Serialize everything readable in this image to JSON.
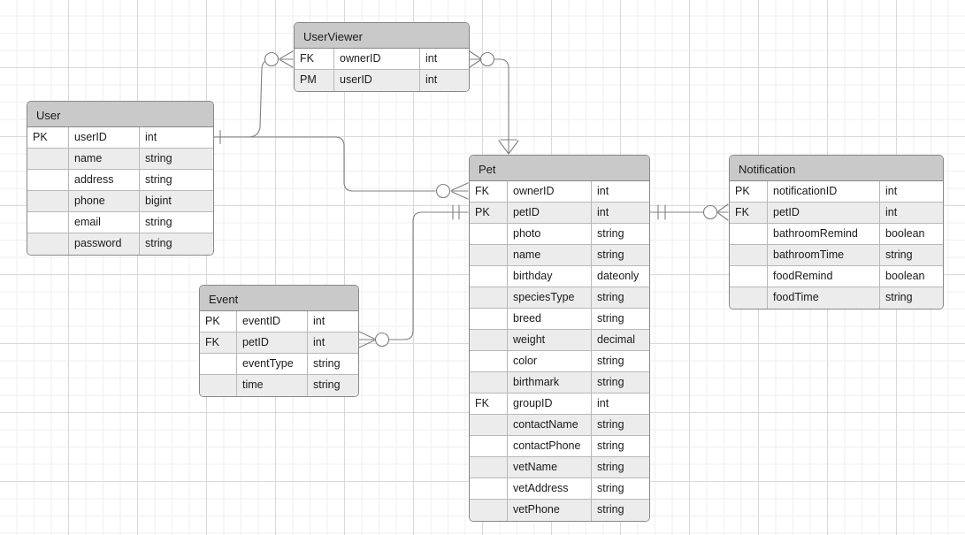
{
  "diagram": {
    "type": "entity-relationship-diagram",
    "background": "#ffffff",
    "grid_minor_color": "#efefef",
    "grid_major_color": "#d9d9d9",
    "header_color": "#c9c9c9",
    "row_alt_color": "#ececec",
    "border_color": "#888888",
    "line_color": "#808080",
    "column_headers": [
      "key",
      "name",
      "type"
    ]
  },
  "entities": {
    "user": {
      "title": "User",
      "rows": [
        {
          "key": "PK",
          "name": "userID",
          "type": "int"
        },
        {
          "key": "",
          "name": "name",
          "type": "string"
        },
        {
          "key": "",
          "name": "address",
          "type": "string"
        },
        {
          "key": "",
          "name": "phone",
          "type": "bigint"
        },
        {
          "key": "",
          "name": "email",
          "type": "string"
        },
        {
          "key": "",
          "name": "password",
          "type": "string"
        }
      ]
    },
    "userviewer": {
      "title": "UserViewer",
      "rows": [
        {
          "key": "FK",
          "name": "ownerID",
          "type": "int"
        },
        {
          "key": "PM",
          "name": "userID",
          "type": "int"
        }
      ]
    },
    "pet": {
      "title": "Pet",
      "rows": [
        {
          "key": "FK",
          "name": "ownerID",
          "type": "int"
        },
        {
          "key": "PK",
          "name": "petID",
          "type": "int"
        },
        {
          "key": "",
          "name": "photo",
          "type": "string"
        },
        {
          "key": "",
          "name": "name",
          "type": "string"
        },
        {
          "key": "",
          "name": "birthday",
          "type": "dateonly"
        },
        {
          "key": "",
          "name": "speciesType",
          "type": "string"
        },
        {
          "key": "",
          "name": "breed",
          "type": "string"
        },
        {
          "key": "",
          "name": "weight",
          "type": "decimal"
        },
        {
          "key": "",
          "name": "color",
          "type": "string"
        },
        {
          "key": "",
          "name": "birthmark",
          "type": "string"
        },
        {
          "key": "FK",
          "name": "groupID",
          "type": "int"
        },
        {
          "key": "",
          "name": "contactName",
          "type": "string"
        },
        {
          "key": "",
          "name": "contactPhone",
          "type": "string"
        },
        {
          "key": "",
          "name": "vetName",
          "type": "string"
        },
        {
          "key": "",
          "name": "vetAddress",
          "type": "string"
        },
        {
          "key": "",
          "name": "vetPhone",
          "type": "string"
        }
      ]
    },
    "notification": {
      "title": "Notification",
      "rows": [
        {
          "key": "PK",
          "name": "notificationID",
          "type": "int"
        },
        {
          "key": "FK",
          "name": "petID",
          "type": "int"
        },
        {
          "key": "",
          "name": "bathroomRemind",
          "type": "boolean"
        },
        {
          "key": "",
          "name": "bathroomTime",
          "type": "string"
        },
        {
          "key": "",
          "name": "foodRemind",
          "type": "boolean"
        },
        {
          "key": "",
          "name": "foodTime",
          "type": "string"
        }
      ]
    },
    "event": {
      "title": "Event",
      "rows": [
        {
          "key": "PK",
          "name": "eventID",
          "type": "int"
        },
        {
          "key": "FK",
          "name": "petID",
          "type": "int"
        },
        {
          "key": "",
          "name": "eventType",
          "type": "string"
        },
        {
          "key": "",
          "name": "time",
          "type": "string"
        }
      ]
    }
  },
  "relationships": [
    {
      "name": "user-to-userviewer",
      "from": "user.userID",
      "to": "userviewer.ownerID",
      "from_cardinality": "one",
      "to_cardinality": "zero-or-many"
    },
    {
      "name": "userviewer-to-pet",
      "from": "userviewer.userID",
      "to": "pet",
      "from_cardinality": "zero-or-many",
      "to_cardinality": "one-or-many"
    },
    {
      "name": "user-to-pet",
      "from": "user.userID",
      "to": "pet.ownerID",
      "from_cardinality": "one",
      "to_cardinality": "zero-or-many"
    },
    {
      "name": "event-to-pet",
      "from": "event.petID",
      "to": "pet.petID",
      "from_cardinality": "zero-or-many",
      "to_cardinality": "exactly-one"
    },
    {
      "name": "pet-to-notification",
      "from": "pet.petID",
      "to": "notification.petID",
      "from_cardinality": "exactly-one",
      "to_cardinality": "zero-or-many"
    }
  ]
}
